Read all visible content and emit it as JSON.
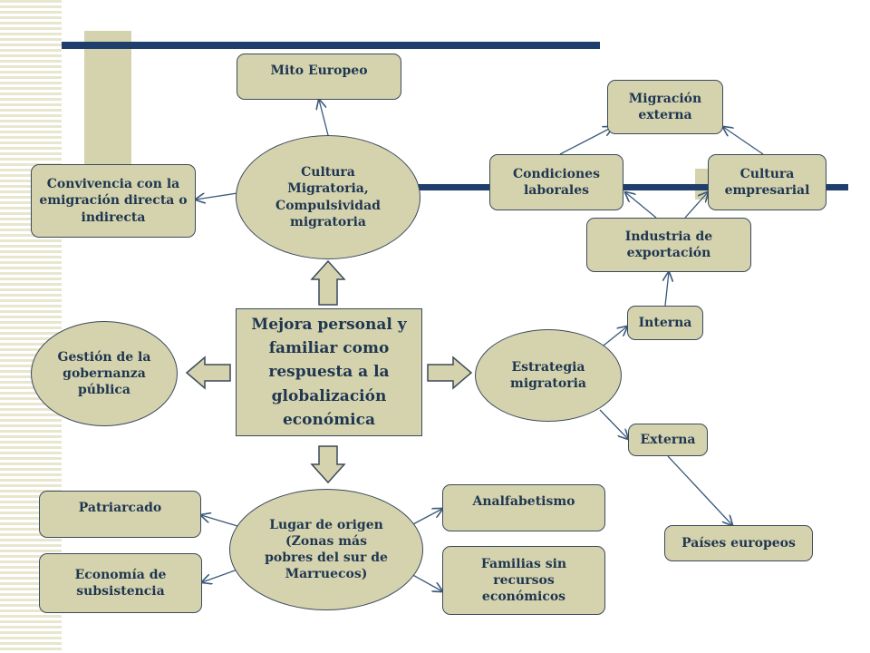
{
  "colors": {
    "node_fill": "#d5d3ae",
    "node_border": "#3b4a5c",
    "text": "#1f3650",
    "accent_bar": "#1f3e6b",
    "deco_fill": "#d5d3ae"
  },
  "nodes": {
    "central": "Mejora personal y familiar como respuesta a la globalización económica",
    "cultura_migratoria": "Cultura Migratoria, Compulsividad migratoria",
    "mito_europeo": "Mito Europeo",
    "convivencia": "Convivencia con la emigración directa o indirecta",
    "gestion": "Gestión de la gobernanza pública",
    "estrategia": "Estrategia migratoria",
    "interna": "Interna",
    "externa": "Externa",
    "paises_europeos": "Países europeos",
    "industria": "Industria de exportación",
    "condiciones": "Condiciones laborales",
    "cultura_empresarial": "Cultura empresarial",
    "migracion_externa": "Migración externa",
    "lugar_origen": "Lugar de origen (Zonas más pobres del sur de Marruecos)",
    "patriarcado": "Patriarcado",
    "economia": "Economía de subsistencia",
    "analfabetismo": "Analfabetismo",
    "familias": "Familias sin recursos económicos"
  }
}
